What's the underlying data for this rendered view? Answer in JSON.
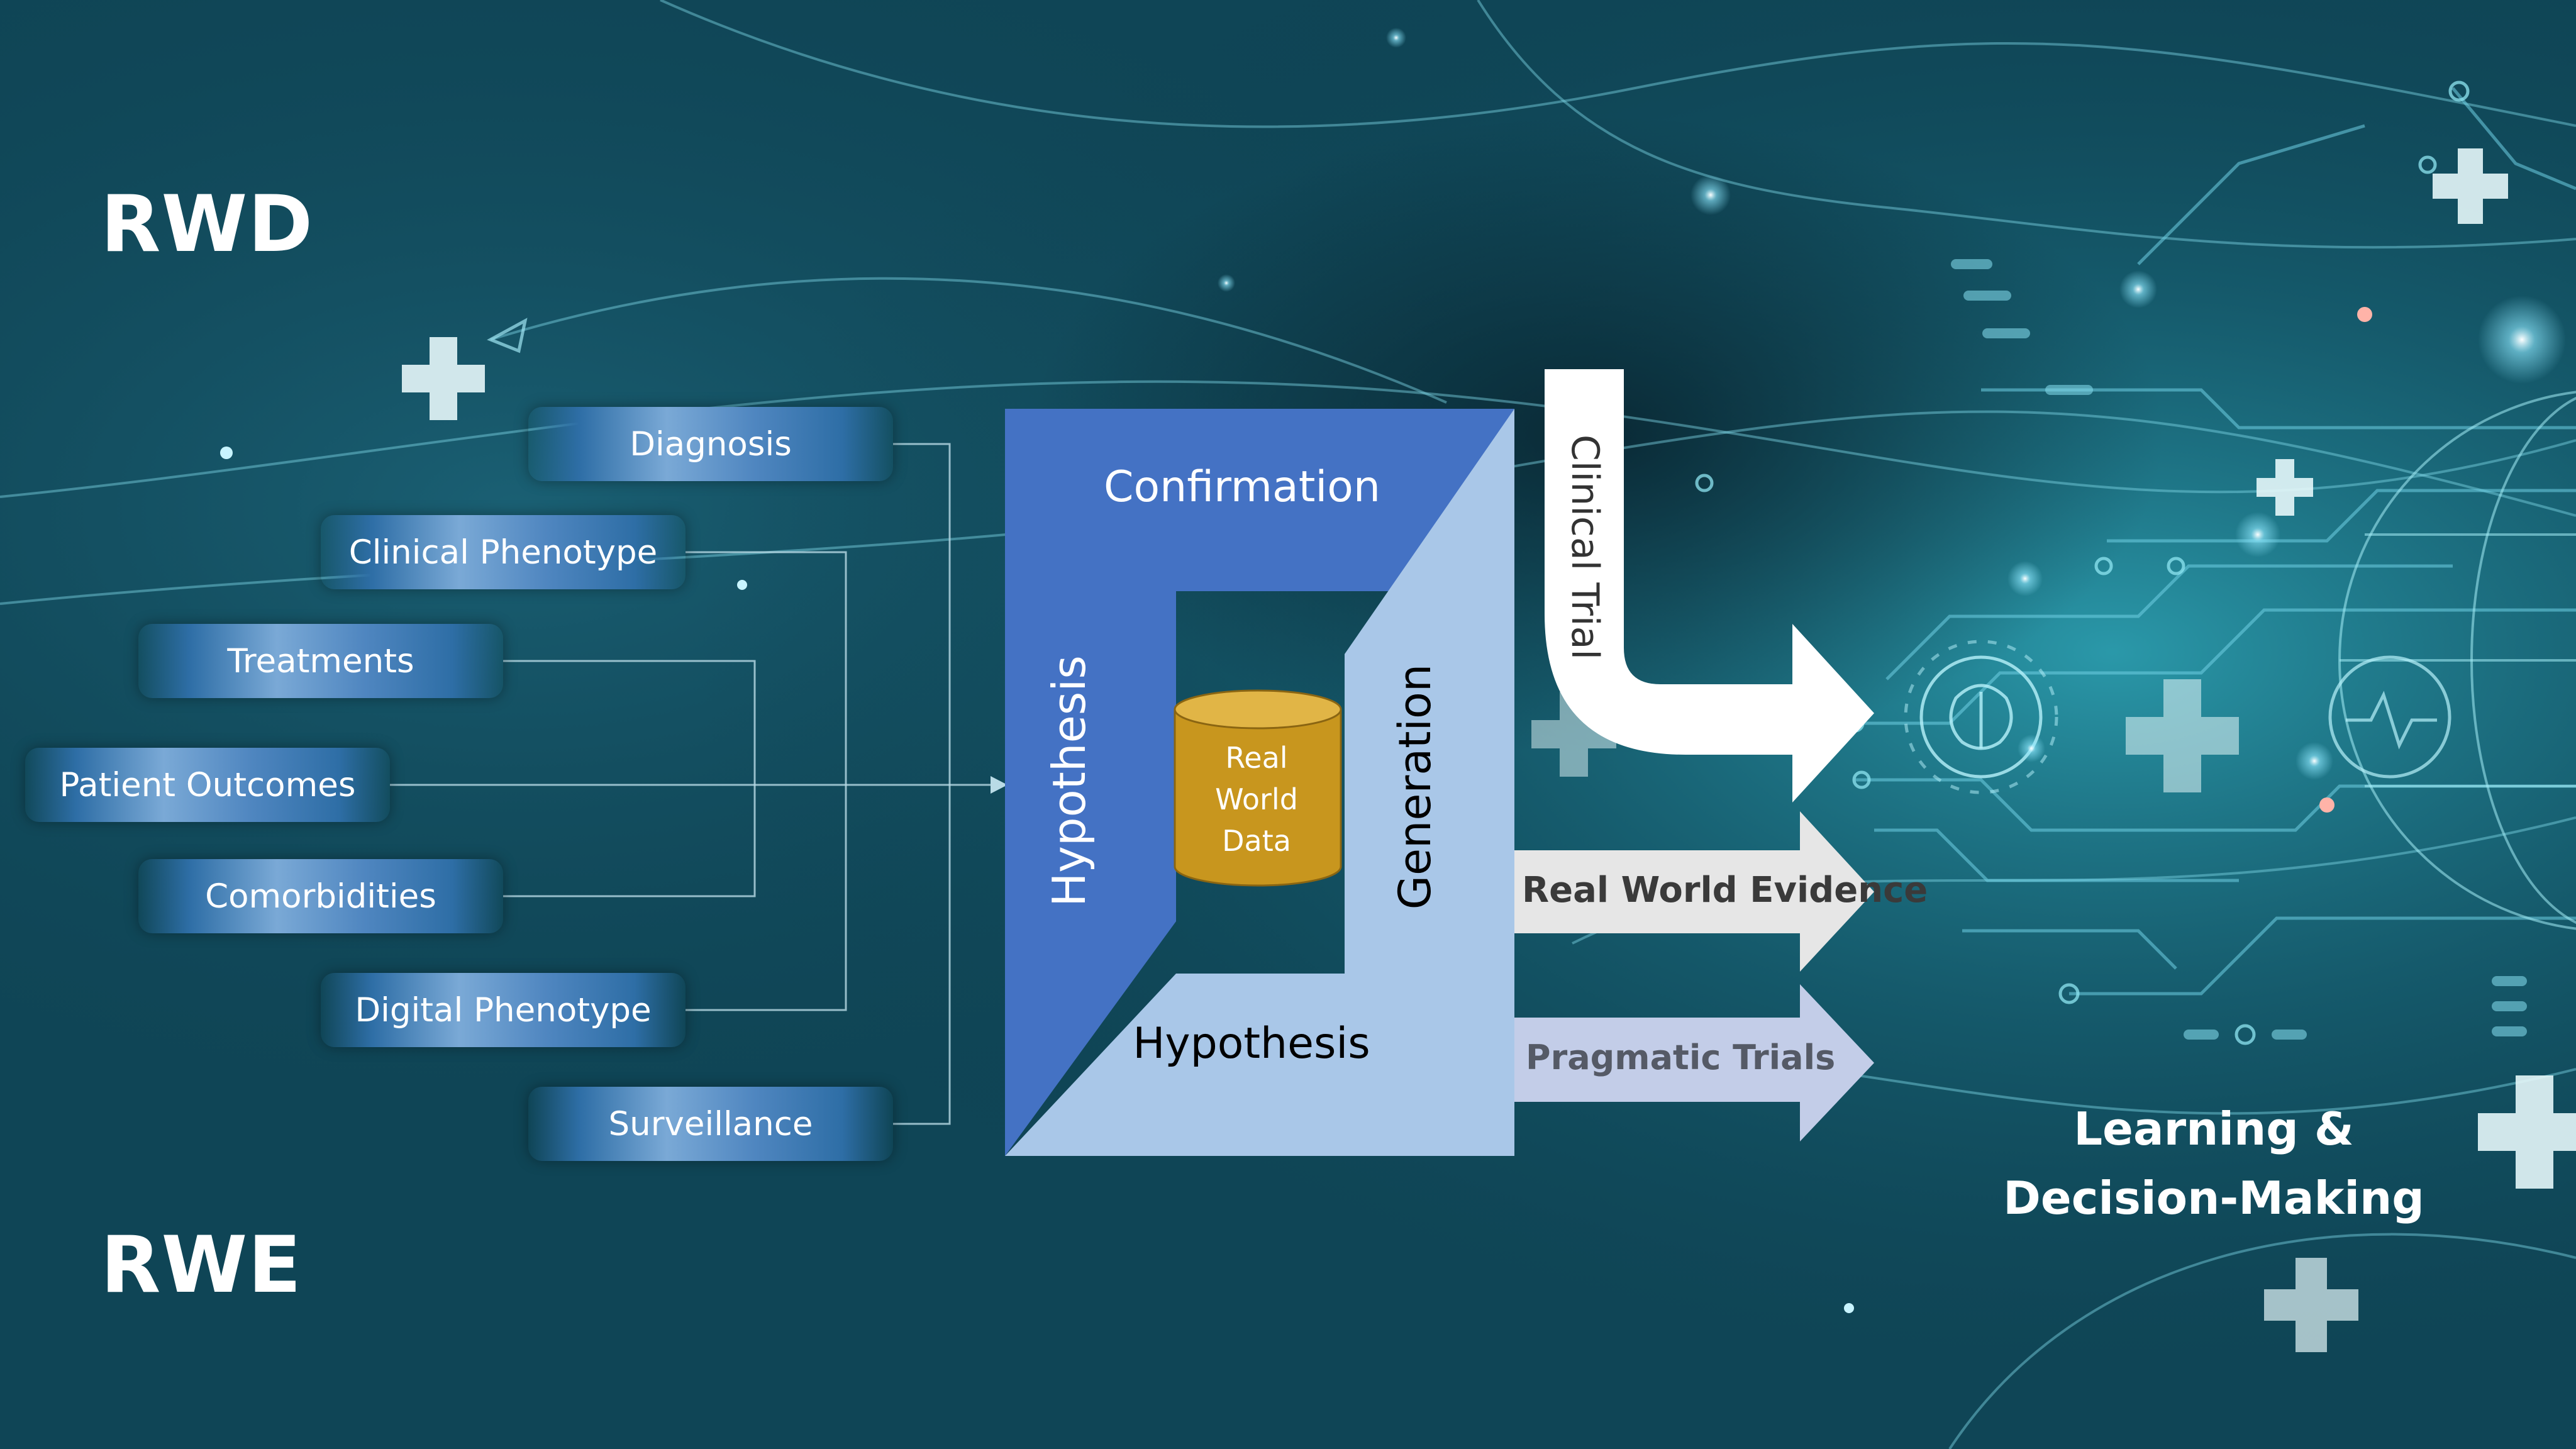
{
  "labels": {
    "rwd": "RWD",
    "rwe": "RWE"
  },
  "data_sources": [
    {
      "label": "Diagnosis"
    },
    {
      "label": "Clinical Phenotype"
    },
    {
      "label": "Treatments"
    },
    {
      "label": "Patient Outcomes"
    },
    {
      "label": "Comorbidities"
    },
    {
      "label": "Digital Phenotype"
    },
    {
      "label": "Surveillance"
    }
  ],
  "cycle": {
    "top": "Confirmation",
    "left": "Hypothesis",
    "right": "Generation",
    "bottom": "Hypothesis",
    "center": [
      "Real",
      "World",
      "Data"
    ]
  },
  "outputs": {
    "clinical_trial": "Clinical Trial",
    "real_world_evidence": "Real World Evidence",
    "pragmatic_trials": "Pragmatic Trials"
  },
  "destination": [
    "Learning &",
    "Decision-Making"
  ],
  "colors": {
    "background": "#0d3d4c",
    "dark_blue": "#4472c4",
    "light_blue": "#a9c7e8",
    "database": "#c8961e",
    "database_top": "#e1b546",
    "rwe_arrow": "#e6e6e6",
    "pragmatic_arrow": "#c3cde8"
  },
  "icons": [
    "medical-cross-icon",
    "brain-circuit-icon",
    "heartbeat-icon",
    "globe-icon"
  ]
}
